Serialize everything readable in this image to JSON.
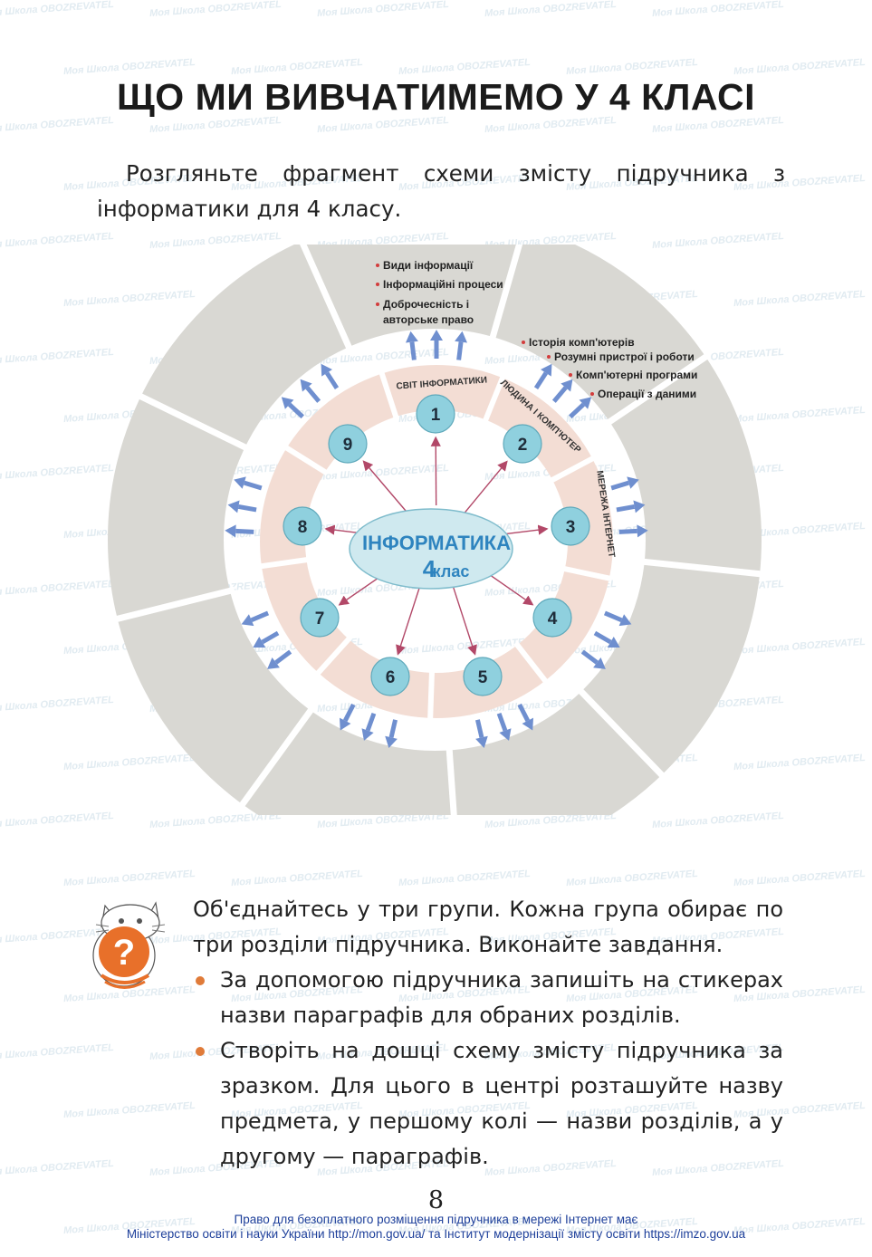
{
  "page": {
    "title": "ЩО МИ ВИВЧАТИМЕМО У 4 КЛАСІ",
    "intro": "Розгляньте фрагмент схеми змісту підручника з інформатики для 4 класу.",
    "page_number": "8"
  },
  "diagram": {
    "center_line1": "ІНФОРМАТИКА",
    "center_num": "4",
    "center_word": "клас",
    "nodes": [
      "1",
      "2",
      "3",
      "4",
      "5",
      "6",
      "7",
      "8",
      "9"
    ],
    "sections": [
      "СВІТ ІНФОРМАТИКИ",
      "ЛЮДИНА І КОМП'ЮТЕР",
      "МЕРЕЖА ІНТЕРНЕТ"
    ],
    "topics_group1": [
      "Види інформації",
      "Інформаційні процеси",
      "Доброчесність і",
      "авторське право"
    ],
    "topics_group2": [
      "Історія комп'ютерів",
      "Розумні пристрої і роботи",
      "Комп'ютерні програми",
      "Операції з даними"
    ]
  },
  "task": {
    "lead": "Об'єднайтесь у три групи. Кожна група обирає по три розділи підручника. Виконайте завдання.",
    "bullets": [
      "За допомогою підручника запишіть на стикерах назви параграфів для обраних розділів.",
      "Створіть на дошці схему змісту підручника за зразком. Для цього в центрі розташуйте назву предмета, у першому колі — назви розділів, а у другому — параграфів."
    ]
  },
  "footer": {
    "line1": "Право для безоплатного розміщення підручника в мережі Інтернет має",
    "line2": "Міністерство освіти і науки України http://mon.gov.ua/ та Інститут модернізації змісту освіти https://imzo.gov.ua"
  },
  "watermarks": [
    "Моя Школа",
    "OBOZREVATEL"
  ],
  "colors": {
    "outer_ring": "#d9d8d3",
    "inner_ring": "#f3ddd4",
    "node": "#8fd0de",
    "center": "#cfe9ef",
    "arrow": "#6f8fcf",
    "bullet": "#e07b39",
    "footer_text": "#1d3f9a"
  }
}
